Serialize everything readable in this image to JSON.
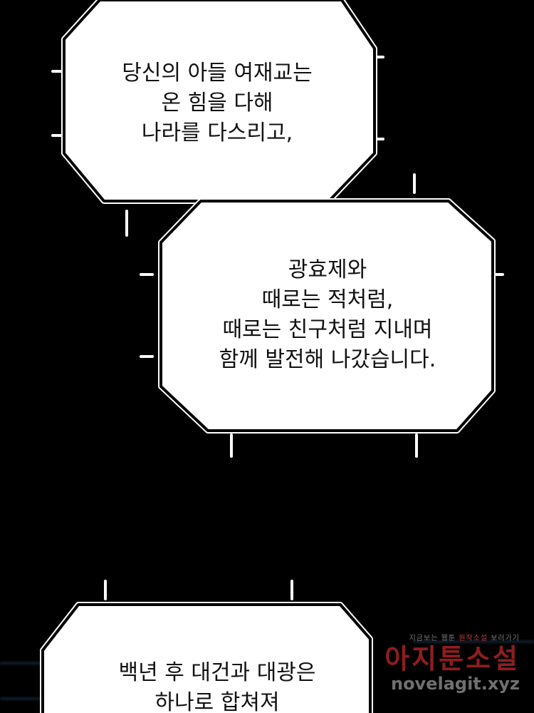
{
  "bubbles": [
    {
      "lines": [
        "당신의 아들 여재교는",
        "온 힘을 다해",
        "나라를 다스리고,"
      ]
    },
    {
      "lines": [
        "광효제와",
        "때로는 적처럼,",
        "때로는 친구처럼 지내며",
        "함께 발전해 나갔습니다."
      ]
    },
    {
      "lines": [
        "백년 후 대건과 대광은",
        "하나로 합쳐져"
      ]
    }
  ],
  "watermark": {
    "tagline_prefix": "지금보는 웹툰",
    "tagline_highlight": "원작소설",
    "tagline_suffix": "보러가기",
    "brand": "아지툰소설",
    "url": "novelagit.xyz"
  },
  "colors": {
    "background": "#000000",
    "bubble_fill": "#ffffff",
    "bubble_outline": "#000000",
    "watermark_red": "#c23a3a"
  }
}
